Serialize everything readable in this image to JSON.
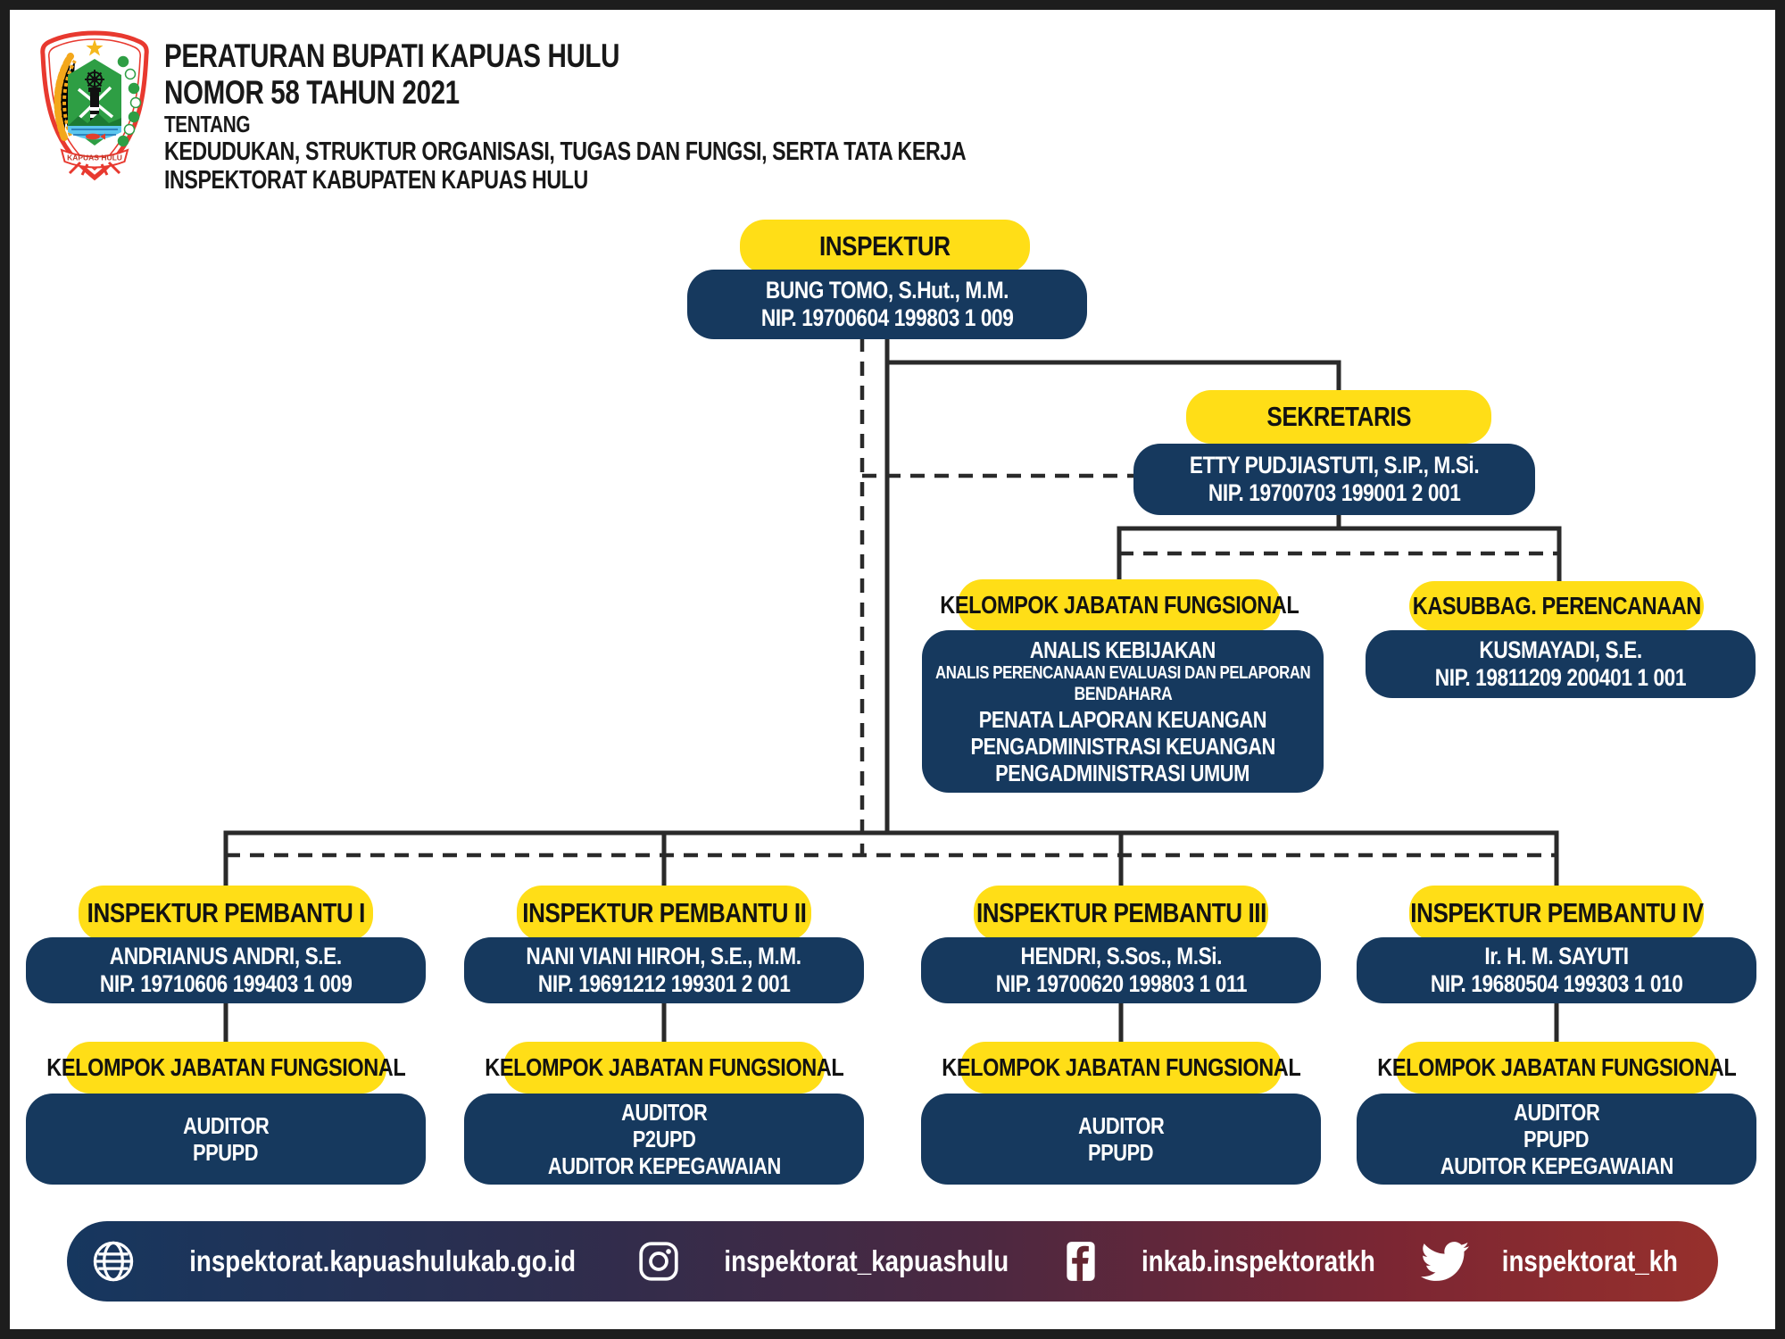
{
  "colors": {
    "accent_yellow": "#ffde17",
    "navy": "#16395e",
    "connector_line": "#2a2a2a",
    "footer_gradient_left": "#16375f",
    "footer_gradient_right": "#97302c",
    "logo_red": "#e8392f",
    "logo_green": "#2e9e44"
  },
  "header": {
    "line1": "PERATURAN BUPATI KAPUAS HULU",
    "line2": "NOMOR 58 TAHUN 2021",
    "line3": "TENTANG",
    "line4": "KEDUDUKAN, STRUKTUR ORGANISASI, TUGAS DAN FUNGSI, SERTA TATA KERJA",
    "line5": "INSPEKTORAT KABUPATEN KAPUAS HULU",
    "logo_ribbon": "KAPUAS HULU"
  },
  "org": {
    "inspektur": {
      "title": "INSPEKTUR",
      "name": "BUNG TOMO, S.Hut., M.M.",
      "nip": "NIP. 19700604 199803 1 009"
    },
    "sekretaris": {
      "title": "SEKRETARIS",
      "name": "ETTY PUDJIASTUTI, S.IP., M.Si.",
      "nip": "NIP. 19700703 199001 2 001"
    },
    "kjf_sekretariat": {
      "title": "KELOMPOK JABATAN FUNGSIONAL",
      "members": [
        "ANALIS KEBIJAKAN",
        "ANALIS PERENCANAAN EVALUASI DAN PELAPORAN",
        "BENDAHARA",
        "PENATA LAPORAN KEUANGAN",
        "PENGADMINISTRASI KEUANGAN",
        "PENGADMINISTRASI UMUM"
      ]
    },
    "kasubbag_perencanaan": {
      "title": "KASUBBAG. PERENCANAAN",
      "name": "KUSMAYADI, S.E.",
      "nip": "NIP. 19811209 200401 1 001"
    },
    "irban": [
      {
        "title": "INSPEKTUR PEMBANTU I",
        "name": "ANDRIANUS ANDRI, S.E.",
        "nip": "NIP. 19710606 199403 1 009",
        "kjf_title": "KELOMPOK JABATAN FUNGSIONAL",
        "members": [
          "AUDITOR",
          "PPUPD"
        ]
      },
      {
        "title": "INSPEKTUR PEMBANTU II",
        "name": "NANI VIANI HIROH, S.E., M.M.",
        "nip": "NIP. 19691212 199301 2 001",
        "kjf_title": "KELOMPOK JABATAN FUNGSIONAL",
        "members": [
          "AUDITOR",
          "P2UPD",
          "AUDITOR KEPEGAWAIAN"
        ]
      },
      {
        "title": "INSPEKTUR PEMBANTU III",
        "name": "HENDRI, S.Sos., M.Si.",
        "nip": "NIP. 19700620 199803 1 011",
        "kjf_title": "KELOMPOK JABATAN FUNGSIONAL",
        "members": [
          "AUDITOR",
          "PPUPD"
        ]
      },
      {
        "title": "INSPEKTUR PEMBANTU IV",
        "name": "Ir. H. M. SAYUTI",
        "nip": "NIP. 19680504 199303 1 010",
        "kjf_title": "KELOMPOK JABATAN FUNGSIONAL",
        "members": [
          "AUDITOR",
          "PPUPD",
          "AUDITOR KEPEGAWAIAN"
        ]
      }
    ]
  },
  "footer": {
    "website": "inspektorat.kapuashulukab.go.id",
    "instagram": "inspektorat_kapuashulu",
    "facebook": "inkab.inspektoratkh",
    "twitter": "inspektorat_kh"
  }
}
